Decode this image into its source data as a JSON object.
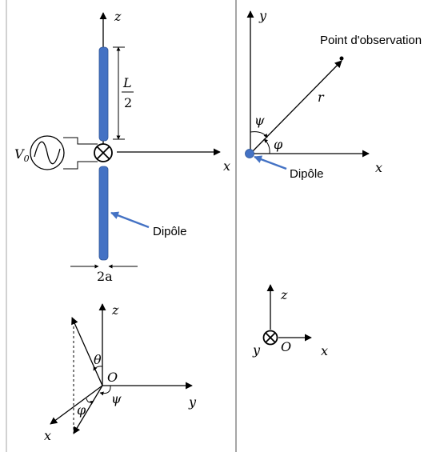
{
  "colors": {
    "dipole": "#4472c4",
    "line": "#000000",
    "divider": "#a6a6a6"
  },
  "panel_left": {
    "axis_z": "z",
    "axis_x": "x",
    "half_length_num": "L",
    "half_length_den": "2",
    "source_label": "V",
    "source_sub": "0",
    "dipole_label": "Dipôle",
    "diameter_label": "2a"
  },
  "panel_bottom_left": {
    "axis_z": "z",
    "axis_y": "y",
    "axis_x": "x",
    "origin": "O",
    "theta": "θ",
    "phi": "φ",
    "psi": "ψ"
  },
  "panel_top_right": {
    "axis_y": "y",
    "axis_x": "x",
    "point_label": "Point d'observation",
    "radius": "r",
    "psi": "ψ",
    "phi": "φ",
    "dipole_label": "Dipôle"
  },
  "panel_bottom_right": {
    "axis_z": "z",
    "axis_y": "y",
    "axis_x": "x",
    "origin": "O"
  }
}
